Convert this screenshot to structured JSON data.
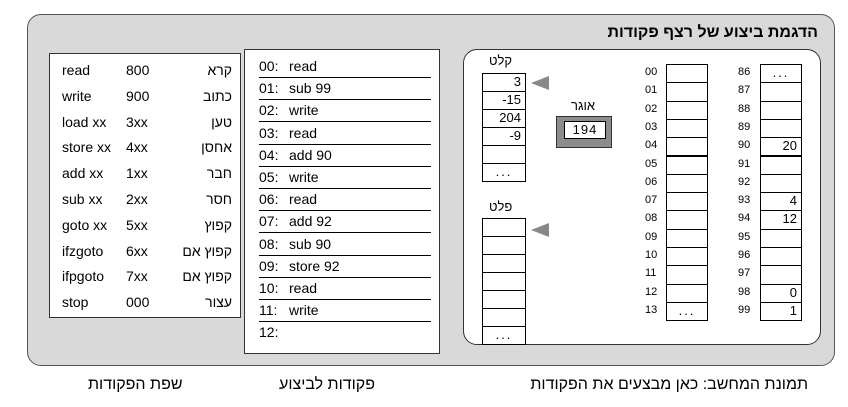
{
  "title": "הדגמת ביצוע של רצף פקודות",
  "language": [
    {
      "en": "read",
      "code": "800",
      "he": "קרא"
    },
    {
      "en": "write",
      "code": "900",
      "he": "כתוב"
    },
    {
      "en": "load xx",
      "code": "3xx",
      "he": "טען"
    },
    {
      "en": "store xx",
      "code": "4xx",
      "he": "אחסן"
    },
    {
      "en": "add xx",
      "code": "1xx",
      "he": "חבר"
    },
    {
      "en": "sub xx",
      "code": "2xx",
      "he": "חסר"
    },
    {
      "en": "goto xx",
      "code": "5xx",
      "he": "קפוץ"
    },
    {
      "en": "ifzgoto",
      "code": "6xx",
      "he": "קפוץ אם"
    },
    {
      "en": "ifpgoto",
      "code": "7xx",
      "he": "קפוץ אם"
    },
    {
      "en": "stop",
      "code": "000",
      "he": "עצור"
    }
  ],
  "program": [
    {
      "line": "00:",
      "cmd": "read"
    },
    {
      "line": "01:",
      "cmd": "sub 99"
    },
    {
      "line": "02:",
      "cmd": "write"
    },
    {
      "line": "03:",
      "cmd": "read"
    },
    {
      "line": "04:",
      "cmd": "add 90"
    },
    {
      "line": "05:",
      "cmd": "write"
    },
    {
      "line": "06:",
      "cmd": "read"
    },
    {
      "line": "07:",
      "cmd": "add 92"
    },
    {
      "line": "08:",
      "cmd": "sub 90"
    },
    {
      "line": "09:",
      "cmd": "store 92"
    },
    {
      "line": "10:",
      "cmd": "read"
    },
    {
      "line": "11:",
      "cmd": "write"
    },
    {
      "line": "12:",
      "cmd": ""
    }
  ],
  "input": {
    "label": "קלט",
    "values": [
      "3",
      "-15",
      "204",
      "-9",
      "",
      "..."
    ]
  },
  "output": {
    "label": "פלט",
    "values": [
      "",
      "",
      "",
      "",
      "",
      "",
      "..."
    ]
  },
  "accumulator": {
    "label": "אוגר",
    "value": "194"
  },
  "memory_left": {
    "addresses": [
      "00",
      "01",
      "02",
      "03",
      "04",
      "05",
      "06",
      "07",
      "08",
      "09",
      "10",
      "11",
      "12",
      "13"
    ],
    "values": [
      "",
      "",
      "",
      "",
      "",
      "",
      "",
      "",
      "",
      "",
      "",
      "",
      "",
      "..."
    ]
  },
  "memory_right": {
    "addresses": [
      "86",
      "87",
      "88",
      "89",
      "90",
      "91",
      "92",
      "93",
      "94",
      "95",
      "96",
      "97",
      "98",
      "99"
    ],
    "values": [
      "...",
      "",
      "",
      "",
      "20",
      "",
      "",
      "4",
      "12",
      "",
      "",
      "",
      "0",
      "1"
    ]
  },
  "captions": {
    "computer": "תמונת המחשב: כאן מבצעים את הפקודות",
    "program": "פקודות לביצוע",
    "language": "שפת הפקודות"
  }
}
